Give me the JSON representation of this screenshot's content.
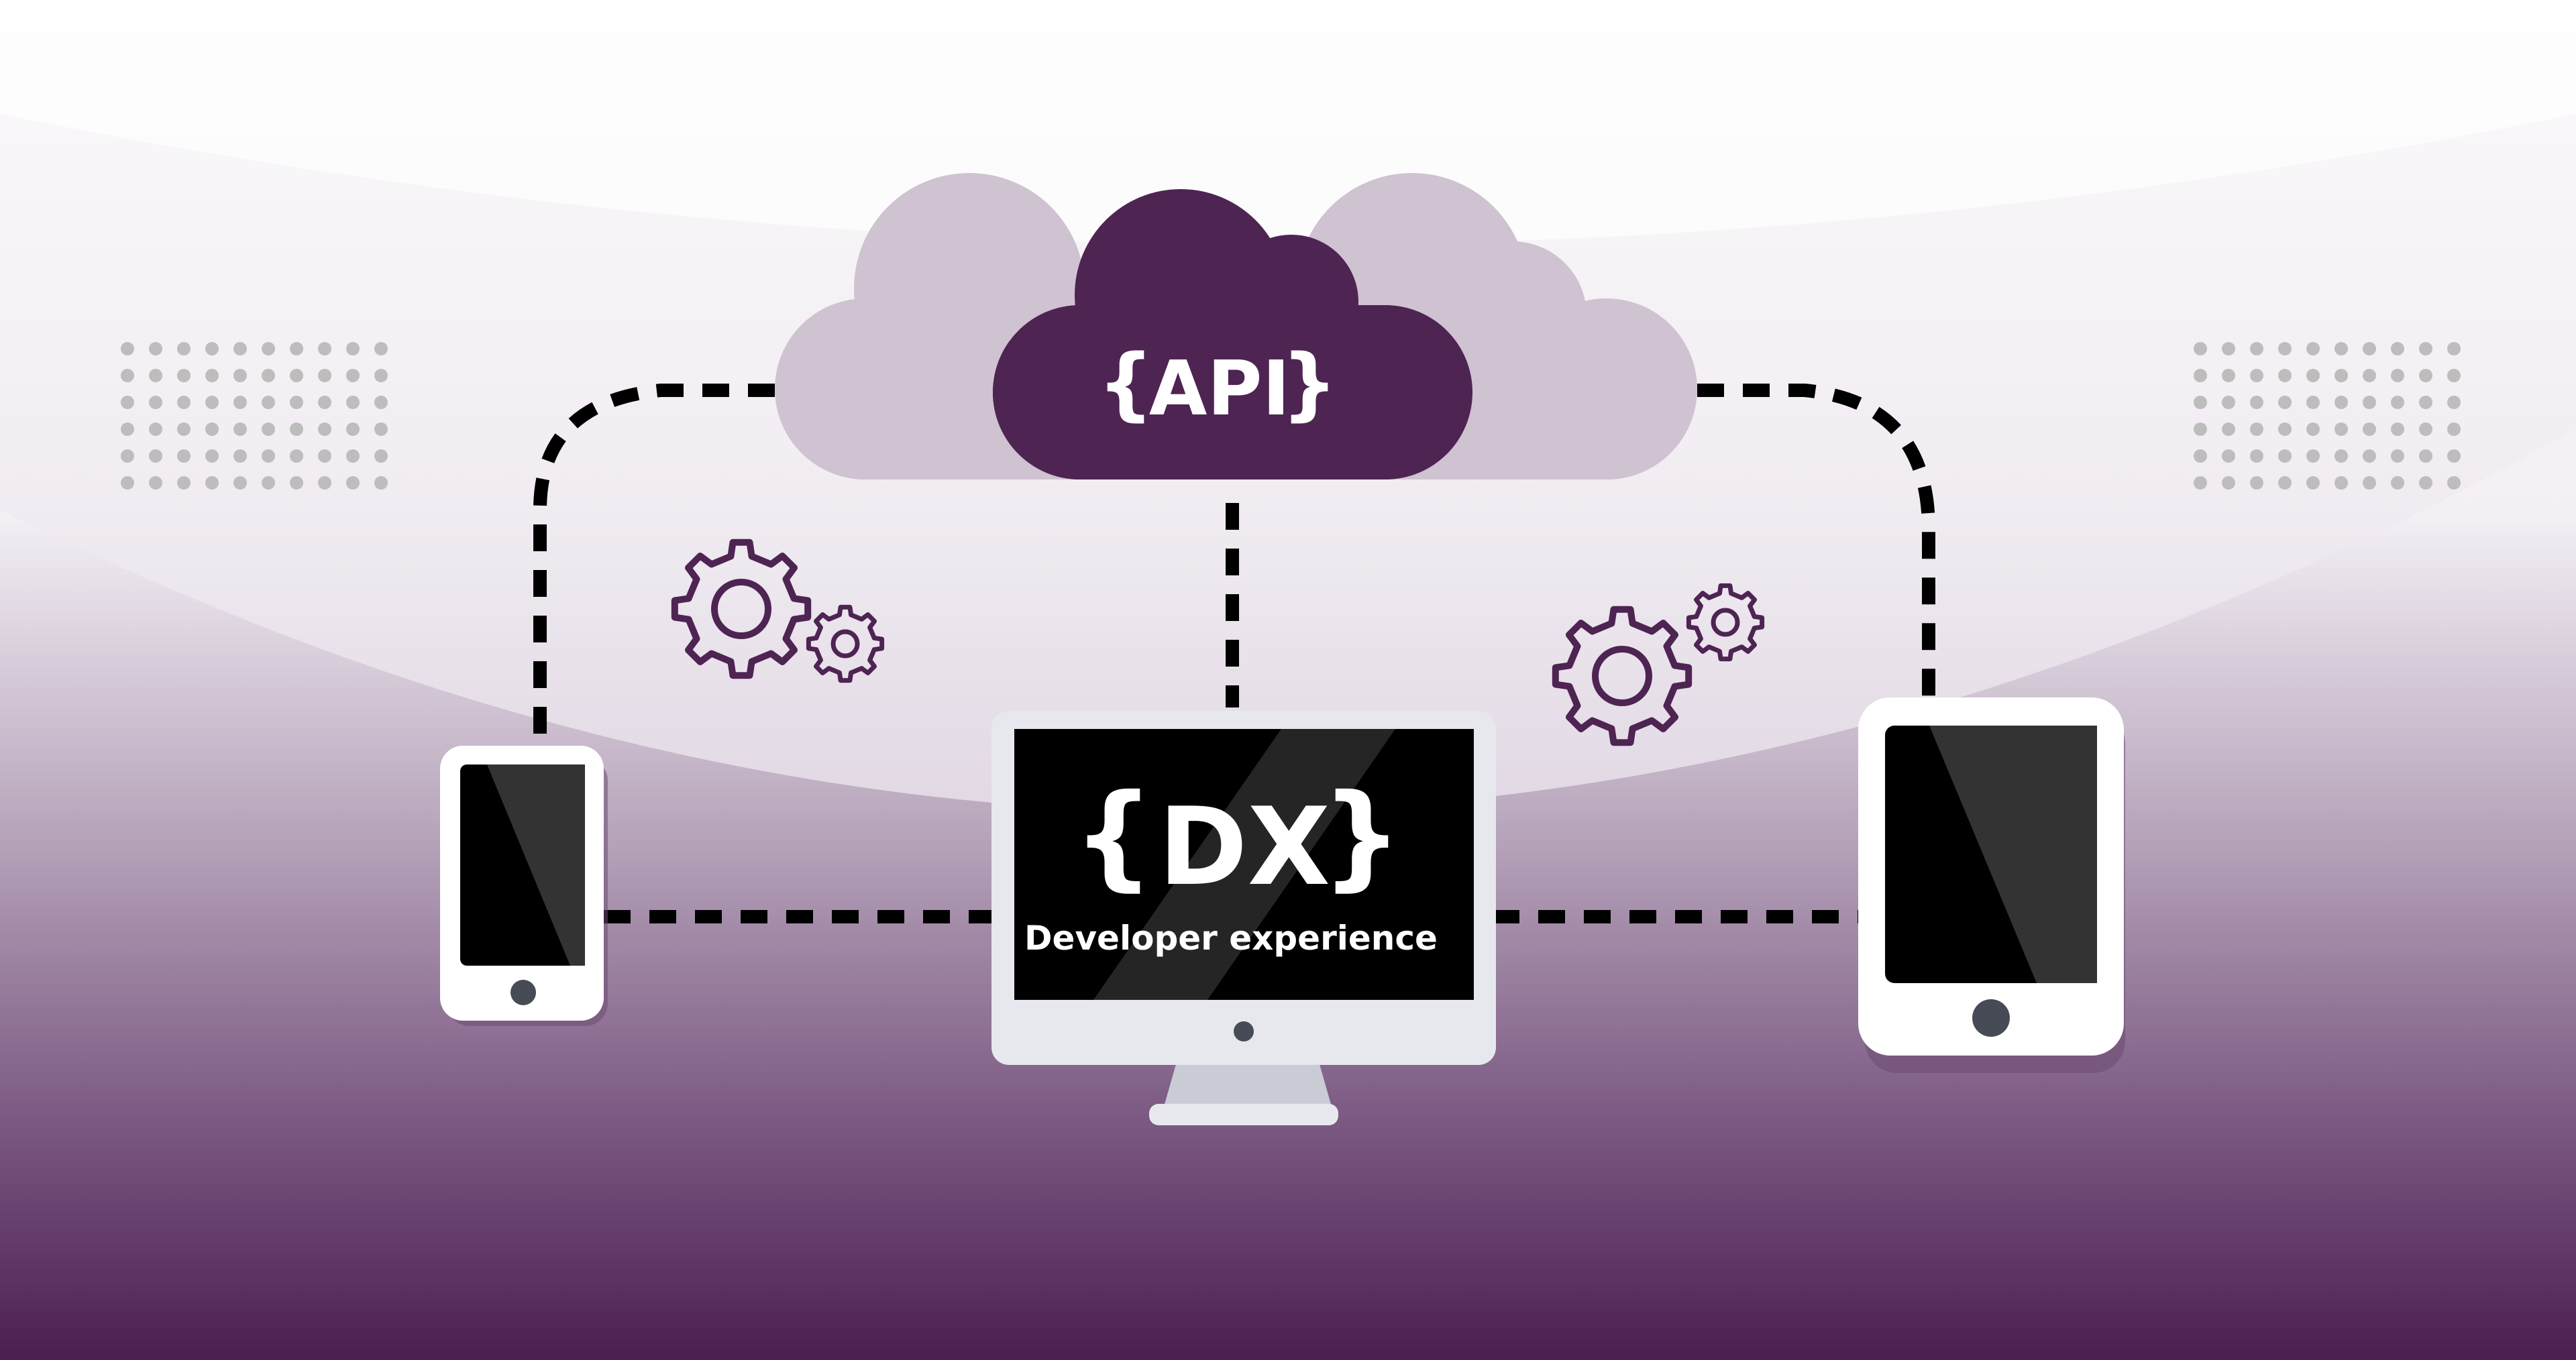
{
  "cloud": {
    "label": "API",
    "brace_open": "{",
    "brace_close": "}"
  },
  "monitor": {
    "title": "DX",
    "brace_open": "{",
    "brace_close": "}",
    "subtitle": "Developer experience"
  },
  "colors": {
    "brand_purple": "#4e2453",
    "cloud_light": "#cfc2d1",
    "screen_black": "#000000",
    "device_white": "#ffffff",
    "monitor_frame": "#e7e8ed",
    "connector": "#000000",
    "dots": "#bdbdbd"
  },
  "icons": [
    "gear-icon",
    "gear-icon",
    "gear-icon",
    "gear-icon"
  ]
}
